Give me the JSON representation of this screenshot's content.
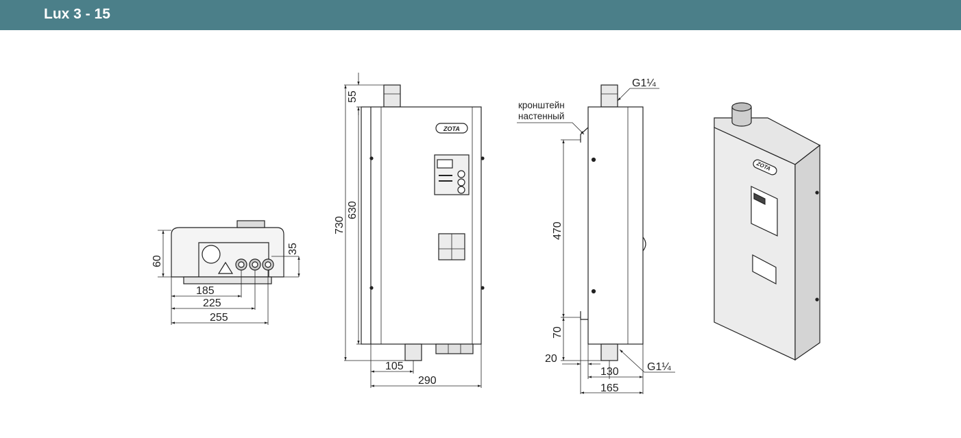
{
  "header": {
    "title": "Lux 3 - 15",
    "bar_color": "#4b7f89"
  },
  "top_view": {
    "dimensions": {
      "height_total": "60",
      "height_part": "35",
      "width_1": "185",
      "width_2": "225",
      "width_3": "255"
    }
  },
  "front_view": {
    "dimensions": {
      "height_total": "730",
      "height_body": "630",
      "height_top": "55",
      "pipe_offset": "105",
      "width": "290"
    },
    "logo_text": "ZOTA"
  },
  "side_view": {
    "label_bracket": [
      "кронштейн",
      "настенный"
    ],
    "thread_top": "G1¼",
    "thread_bottom": "G1¼",
    "dimensions": {
      "height_mount": "470",
      "height_low": "70",
      "offset": "20",
      "depth_pipe": "130",
      "depth_total": "165"
    }
  },
  "iso_view": {
    "logo_text": "ZOTA"
  }
}
